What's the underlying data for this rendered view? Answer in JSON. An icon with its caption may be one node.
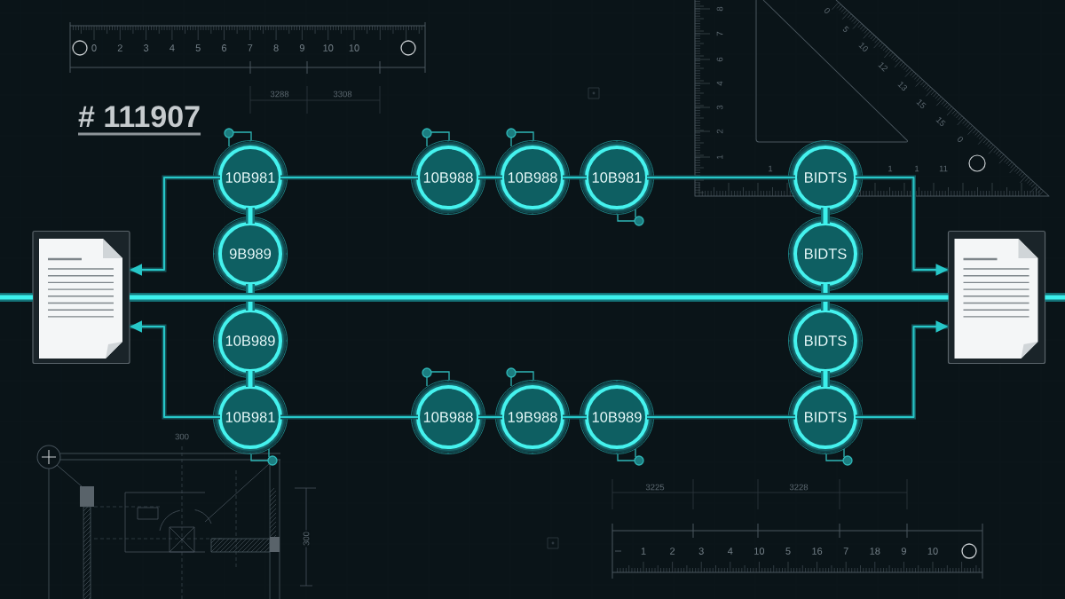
{
  "diagram": {
    "nodes": [
      {
        "text": [],
        "shape": "document"
      },
      {
        "text": [
          "10B981"
        ]
      },
      {
        "text": [
          "10B988"
        ]
      },
      {
        "text": [
          "10B988"
        ]
      },
      {
        "text": [
          "10B981"
        ]
      },
      {
        "text": [
          "BIDTS"
        ]
      },
      {
        "text": [
          "9B989"
        ]
      },
      {
        "text": [
          "BIDTS"
        ]
      },
      {
        "text": [
          "10B989"
        ]
      },
      {
        "text": [
          "BIDTS"
        ]
      },
      {
        "text": [
          "10B981"
        ]
      },
      {
        "text": [
          "10B988"
        ]
      },
      {
        "text": [
          "19B988"
        ]
      },
      {
        "text": [
          "10B989"
        ]
      },
      {
        "text": [
          "BIDTS"
        ]
      },
      {
        "text": [],
        "shape": "document"
      }
    ],
    "edges": [
      {
        "from": 1,
        "to": 2,
        "arrow": "none"
      },
      {
        "from": 2,
        "to": 3,
        "arrow": "none"
      },
      {
        "from": 3,
        "to": 4,
        "arrow": "none"
      },
      {
        "from": 4,
        "to": 5,
        "arrow": "none"
      },
      {
        "from": 1,
        "to": 6,
        "arrow": "none",
        "style": "thick"
      },
      {
        "from": 6,
        "to": 8,
        "arrow": "none",
        "style": "thick"
      },
      {
        "from": 8,
        "to": 10,
        "arrow": "none",
        "style": "thick"
      },
      {
        "from": 5,
        "to": 7,
        "arrow": "none",
        "style": "thick"
      },
      {
        "from": 7,
        "to": 9,
        "arrow": "none",
        "style": "thick"
      },
      {
        "from": 9,
        "to": 14,
        "arrow": "none",
        "style": "thick"
      },
      {
        "from": 10,
        "to": 11,
        "arrow": "none"
      },
      {
        "from": 11,
        "to": 12,
        "arrow": "none"
      },
      {
        "from": 12,
        "to": 13,
        "arrow": "none"
      },
      {
        "from": 13,
        "to": 14,
        "arrow": "none"
      },
      {
        "from": 1,
        "to": 0,
        "arrow": "to"
      },
      {
        "from": 10,
        "to": 0,
        "arrow": "to"
      },
      {
        "from": 5,
        "to": 15,
        "arrow": "to"
      },
      {
        "from": 14,
        "to": 15,
        "arrow": "to"
      },
      {
        "from": null,
        "to": 0,
        "arrow": "none",
        "style": "thick"
      },
      {
        "from": 0,
        "to": 15,
        "arrow": "none",
        "style": "thick"
      },
      {
        "from": 15,
        "to": null,
        "arrow": "none",
        "style": "thick"
      }
    ],
    "labels": [
      "0",
      "2",
      "3",
      "4",
      "5",
      "6",
      "7",
      "8",
      "9",
      "10",
      "10",
      "3288",
      "3308",
      "# 111907",
      "8",
      "7",
      "6",
      "4",
      "3",
      "2",
      "1",
      "0",
      "5",
      "10",
      "12",
      "13",
      "15",
      "15",
      "0",
      "1",
      "1",
      "1",
      "11",
      "300",
      "3225",
      "3228",
      "300",
      "1",
      "2",
      "3",
      "4",
      "10",
      "5",
      "16",
      "7",
      "18",
      "9",
      "10"
    ]
  }
}
